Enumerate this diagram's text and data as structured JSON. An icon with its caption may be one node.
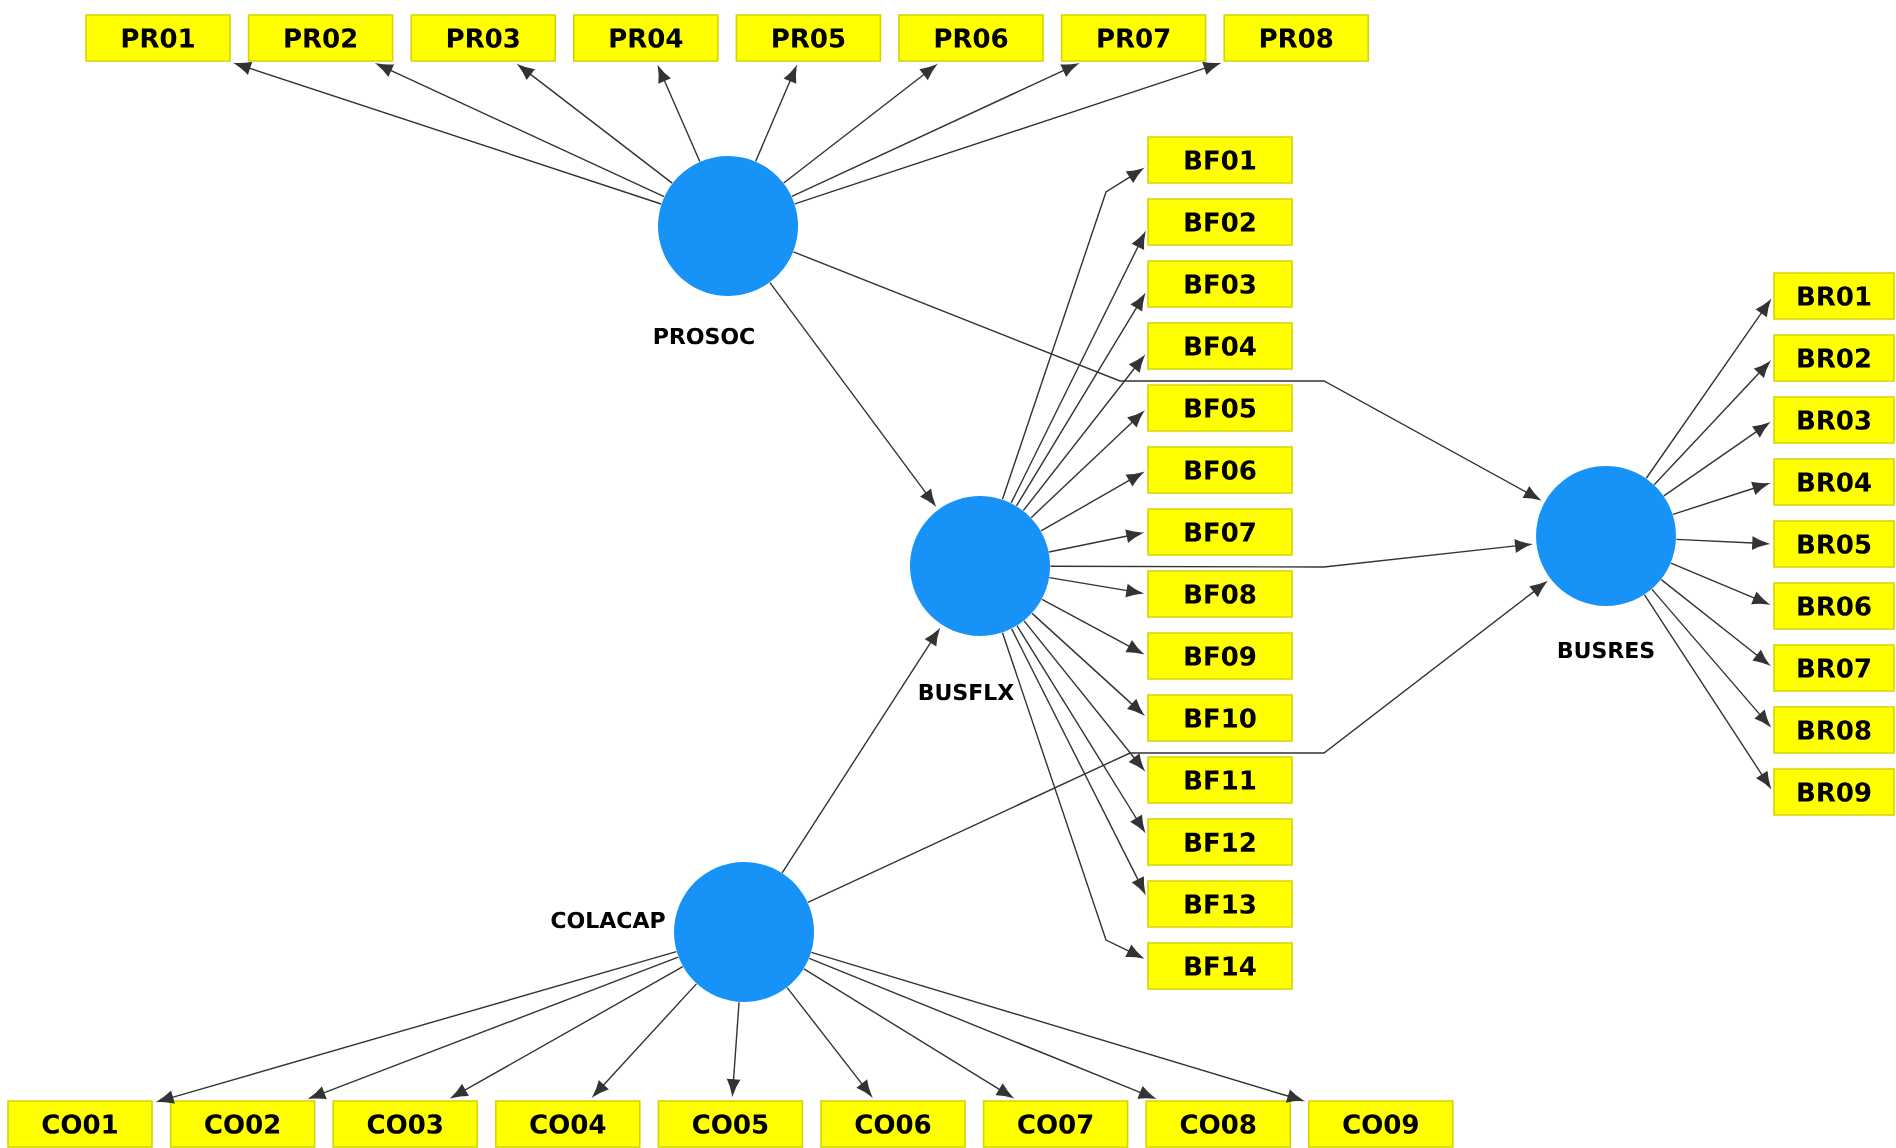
{
  "diagram": {
    "nodes": [
      {
        "text": [
          "PR01"
        ]
      },
      {
        "text": [
          "PR02"
        ]
      },
      {
        "text": [
          "PR03"
        ]
      },
      {
        "text": [
          "PR04"
        ]
      },
      {
        "text": [
          "PR05"
        ]
      },
      {
        "text": [
          "PR06"
        ]
      },
      {
        "text": [
          "PR07"
        ]
      },
      {
        "text": [
          "PR08"
        ]
      },
      {
        "text": [
          "PROSOC"
        ]
      },
      {
        "text": [
          "BF01"
        ]
      },
      {
        "text": [
          "BF02"
        ]
      },
      {
        "text": [
          "BF03"
        ]
      },
      {
        "text": [
          "BF04"
        ]
      },
      {
        "text": [
          "BF05"
        ]
      },
      {
        "text": [
          "BF06"
        ]
      },
      {
        "text": [
          "BF07"
        ]
      },
      {
        "text": [
          "BF08"
        ]
      },
      {
        "text": [
          "BF09"
        ]
      },
      {
        "text": [
          "BF10"
        ]
      },
      {
        "text": [
          "BF11"
        ]
      },
      {
        "text": [
          "BF12"
        ]
      },
      {
        "text": [
          "BF13"
        ]
      },
      {
        "text": [
          "BF14"
        ]
      },
      {
        "text": [
          "BUSFLX"
        ]
      },
      {
        "text": [
          "BR01"
        ]
      },
      {
        "text": [
          "BR02"
        ]
      },
      {
        "text": [
          "BR03"
        ]
      },
      {
        "text": [
          "BR04"
        ]
      },
      {
        "text": [
          "BR05"
        ]
      },
      {
        "text": [
          "BR06"
        ]
      },
      {
        "text": [
          "BR07"
        ]
      },
      {
        "text": [
          "BR08"
        ]
      },
      {
        "text": [
          "BR09"
        ]
      },
      {
        "text": [
          "BUSRES"
        ]
      },
      {
        "text": [
          "COLACAP"
        ]
      },
      {
        "text": [
          "CO01"
        ]
      },
      {
        "text": [
          "CO02"
        ]
      },
      {
        "text": [
          "CO03"
        ]
      },
      {
        "text": [
          "CO04"
        ]
      },
      {
        "text": [
          "CO05"
        ]
      },
      {
        "text": [
          "CO06"
        ]
      },
      {
        "text": [
          "CO07"
        ]
      },
      {
        "text": [
          "CO08"
        ]
      },
      {
        "text": [
          "CO09"
        ]
      }
    ],
    "edges": [
      {
        "from": 8,
        "to": 0,
        "arrow": "to"
      },
      {
        "from": 8,
        "to": 1,
        "arrow": "to"
      },
      {
        "from": 8,
        "to": 2,
        "arrow": "to"
      },
      {
        "from": 8,
        "to": 3,
        "arrow": "to"
      },
      {
        "from": 8,
        "to": 4,
        "arrow": "to"
      },
      {
        "from": 8,
        "to": 5,
        "arrow": "to"
      },
      {
        "from": 8,
        "to": 6,
        "arrow": "to"
      },
      {
        "from": 8,
        "to": 7,
        "arrow": "to"
      },
      {
        "from": 8,
        "to": 23,
        "arrow": "to"
      },
      {
        "from": 8,
        "to": 33,
        "arrow": "to"
      },
      {
        "from": 23,
        "to": 9,
        "arrow": "to"
      },
      {
        "from": 23,
        "to": 10,
        "arrow": "to"
      },
      {
        "from": 23,
        "to": 11,
        "arrow": "to"
      },
      {
        "from": 23,
        "to": 12,
        "arrow": "to"
      },
      {
        "from": 23,
        "to": 13,
        "arrow": "to"
      },
      {
        "from": 23,
        "to": 14,
        "arrow": "to"
      },
      {
        "from": 23,
        "to": 15,
        "arrow": "to"
      },
      {
        "from": 23,
        "to": 16,
        "arrow": "to"
      },
      {
        "from": 23,
        "to": 17,
        "arrow": "to"
      },
      {
        "from": 23,
        "to": 18,
        "arrow": "to"
      },
      {
        "from": 23,
        "to": 19,
        "arrow": "to"
      },
      {
        "from": 23,
        "to": 20,
        "arrow": "to"
      },
      {
        "from": 23,
        "to": 21,
        "arrow": "to"
      },
      {
        "from": 23,
        "to": 22,
        "arrow": "to"
      },
      {
        "from": 23,
        "to": 33,
        "arrow": "to"
      },
      {
        "from": 33,
        "to": 24,
        "arrow": "to"
      },
      {
        "from": 33,
        "to": 25,
        "arrow": "to"
      },
      {
        "from": 33,
        "to": 26,
        "arrow": "to"
      },
      {
        "from": 33,
        "to": 27,
        "arrow": "to"
      },
      {
        "from": 33,
        "to": 28,
        "arrow": "to"
      },
      {
        "from": 33,
        "to": 29,
        "arrow": "to"
      },
      {
        "from": 33,
        "to": 30,
        "arrow": "to"
      },
      {
        "from": 33,
        "to": 31,
        "arrow": "to"
      },
      {
        "from": 33,
        "to": 32,
        "arrow": "to"
      },
      {
        "from": 34,
        "to": 23,
        "arrow": "to"
      },
      {
        "from": 34,
        "to": 33,
        "arrow": "to"
      },
      {
        "from": 34,
        "to": 35,
        "arrow": "to"
      },
      {
        "from": 34,
        "to": 36,
        "arrow": "to"
      },
      {
        "from": 34,
        "to": 37,
        "arrow": "to"
      },
      {
        "from": 34,
        "to": 38,
        "arrow": "to"
      },
      {
        "from": 34,
        "to": 39,
        "arrow": "to"
      },
      {
        "from": 34,
        "to": 40,
        "arrow": "to"
      },
      {
        "from": 34,
        "to": 41,
        "arrow": "to"
      },
      {
        "from": 34,
        "to": 42,
        "arrow": "to"
      },
      {
        "from": 34,
        "to": 43,
        "arrow": "to"
      }
    ]
  }
}
